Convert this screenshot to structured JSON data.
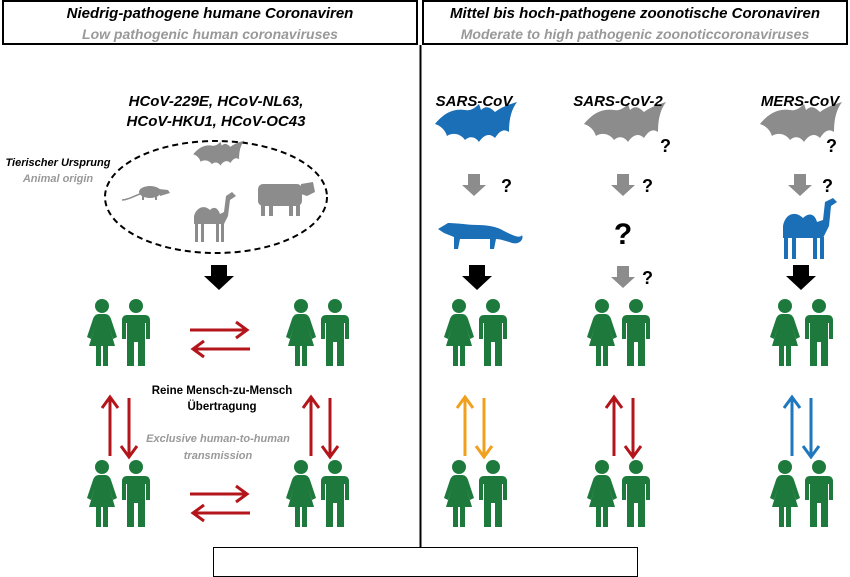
{
  "header_left": {
    "de": "Niedrig-pathogene humane Coronaviren",
    "en": "Low pathogenic human coronaviruses"
  },
  "header_right": {
    "de": "Mittel bis hoch-pathogene zoonotische Coronaviren",
    "en": "Moderate to high pathogenic zoonoticcoronaviruses"
  },
  "hcov": {
    "line1": "HCoV-229E, HCoV-NL63,",
    "line2": "HCoV-HKU1, HCoV-OC43"
  },
  "animal_origin": {
    "de": "Tierischer Ursprung",
    "en": "Animal origin"
  },
  "transmission": {
    "de_line1": "Reine Mensch-zu-Mensch",
    "de_line2": "Übertragung",
    "en_line1": "Exclusive human-to-human",
    "en_line2": "transmission"
  },
  "viruses": {
    "sars": "SARS-CoV",
    "sars2": "SARS-CoV-2",
    "mers": "MERS-CoV"
  },
  "question_mark": "?",
  "colors": {
    "human": "#1e7a3c",
    "red_arrow": "#b3151b",
    "orange_arrow": "#f0a01e",
    "blue_arrow": "#1f77bd",
    "blue_animal": "#1a6fb6",
    "gray": "#8c8c8c",
    "black": "#000000",
    "subtitle_gray": "#999999"
  }
}
